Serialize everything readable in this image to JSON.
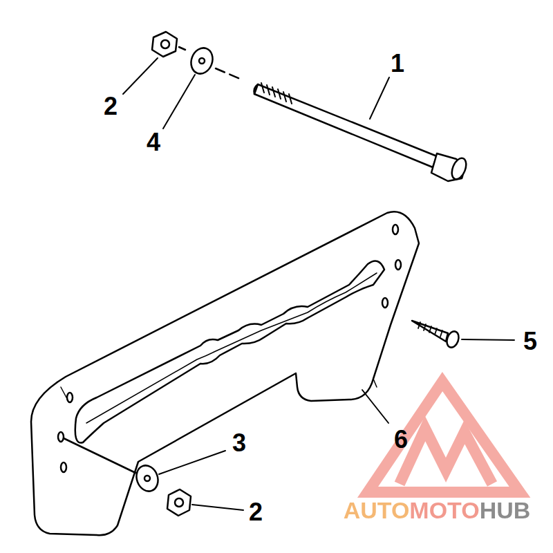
{
  "diagram": {
    "labels": [
      "1",
      "2",
      "4",
      "5",
      "6",
      "3",
      "2",
      "AUTOMOTOHUB"
    ]
  }
}
